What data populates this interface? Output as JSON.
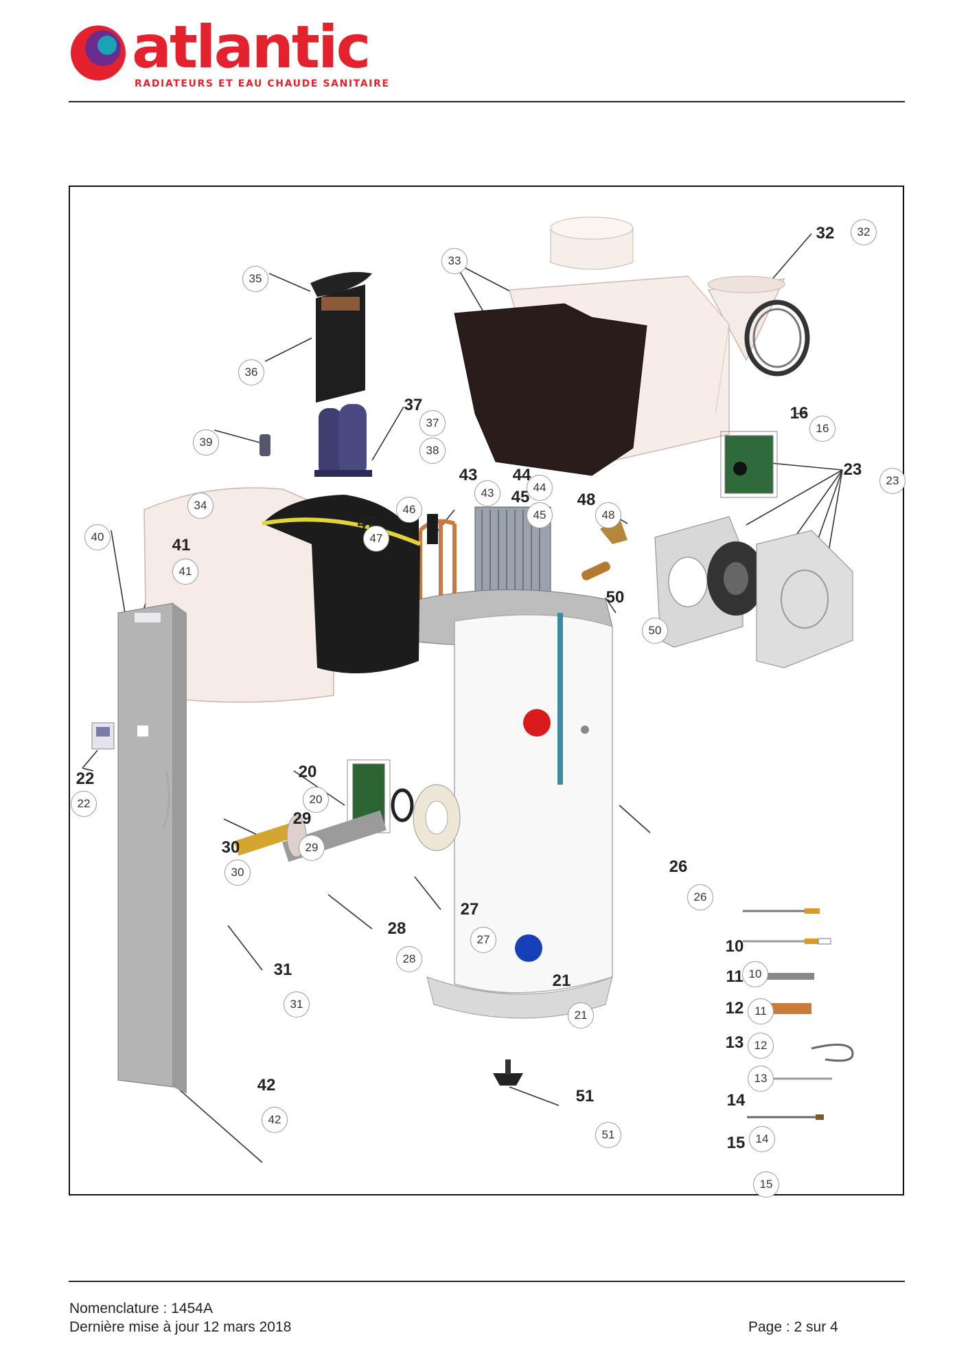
{
  "header": {
    "logo_word": "atlantic",
    "logo_tagline": "RADIATEURS ET EAU CHAUDE SANITAIRE",
    "colors": {
      "brand_red": "#e3222e",
      "brand_purple": "#6c2b8f",
      "brand_teal": "#1aa3b5"
    }
  },
  "diagram": {
    "callouts": [
      "32",
      "33",
      "35",
      "36",
      "37",
      "38",
      "39",
      "16",
      "23",
      "34",
      "43",
      "44",
      "45",
      "46",
      "47",
      "48",
      "40",
      "41",
      "50",
      "20",
      "22",
      "29",
      "30",
      "26",
      "27",
      "28",
      "31",
      "21",
      "10",
      "11",
      "12",
      "13",
      "42",
      "14",
      "51",
      "15"
    ],
    "part_labels": [
      "32",
      "16",
      "23",
      "37",
      "43",
      "44",
      "45",
      "48",
      "41",
      "47",
      "50",
      "20",
      "22",
      "29",
      "30",
      "26",
      "27",
      "28",
      "31",
      "21",
      "10",
      "11",
      "12",
      "13",
      "14",
      "15",
      "42",
      "51"
    ]
  },
  "footer": {
    "nomenclature": "Nomenclature : 1454A",
    "updated": "Dernière mise à jour 12 mars 2018",
    "page": "Page : 2 sur 4"
  }
}
